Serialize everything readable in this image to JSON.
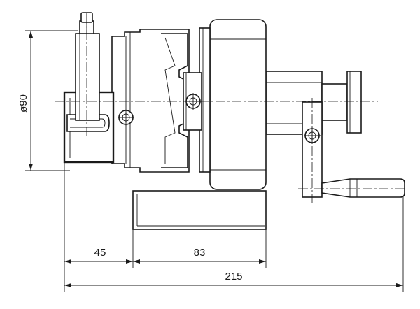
{
  "drawing": {
    "dimensions": {
      "diameter": "ø90",
      "base_offset": "45",
      "base_length": "83",
      "overall_length": "215"
    }
  }
}
